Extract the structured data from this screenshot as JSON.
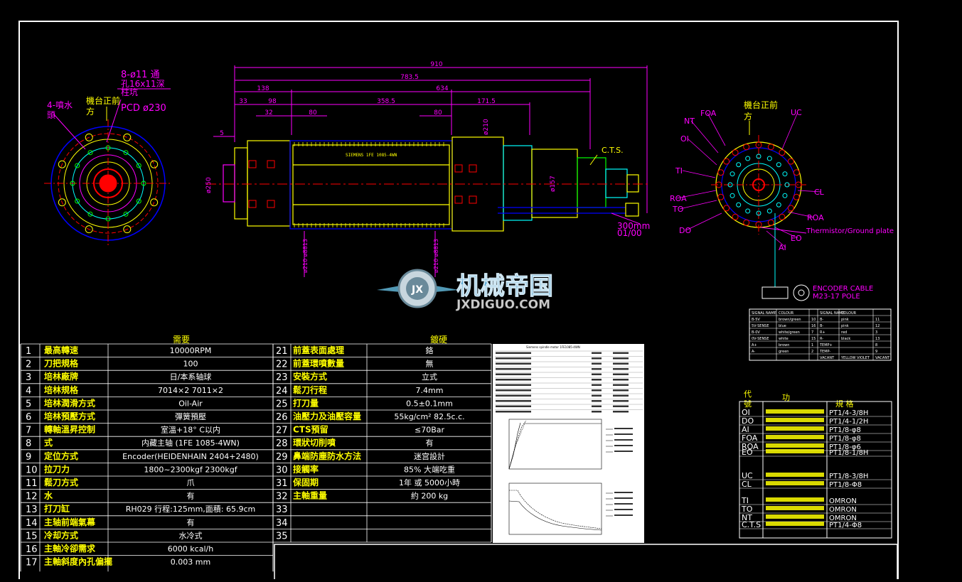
{
  "colors": {
    "background": "#000000",
    "frame": "#ffffff",
    "dimension": "#ff00ff",
    "outline": "#ffff00",
    "centerline": "#ff0000",
    "blue": "#0000ff",
    "green": "#00ff00",
    "cyan": "#00ffff",
    "table_text": "#ffff00"
  },
  "watermark": {
    "brand": "机械帝国",
    "url": "JXDIGUO.COM",
    "logo_letters": "JX"
  },
  "front_view": {
    "bolt_label": "8-ø11 通",
    "bolt_label2": "孔16x11深",
    "bolt_label3": "柱坑",
    "pcd_label": "PCD ø230",
    "spray_label": "4-噴水",
    "spray_label2": "頭",
    "machine_front": "機台正前",
    "machine_front2": "方"
  },
  "side_view": {
    "dims_top": [
      "910",
      "783.5",
      "138",
      "634",
      "33",
      "98",
      "358.5",
      "171.5",
      "32",
      "80",
      "80",
      "5"
    ],
    "dia_labels": [
      "ø250",
      "ø210",
      "ø157",
      "ø210 ø8813",
      "ø210 ø8813"
    ],
    "brand_text": "SIEMENS 1FE 1085-4WN",
    "cts_label": "C.T.S.",
    "cable_label": "300mm",
    "cable_label2": "01/00"
  },
  "rear_view": {
    "machine_front": "機台正前",
    "machine_front2": "方",
    "ports": [
      "NT",
      "FOA",
      "UC",
      "OI",
      "TI",
      "CL",
      "ROA",
      "TO",
      "ROA",
      "DO",
      "EO",
      "AI"
    ],
    "thermistor": "Thermistor/Ground plate",
    "encoder_cable": "ENCODER CABLE",
    "encoder_pole": "M23-17 POLE"
  },
  "spec_table": {
    "header_left": "需要",
    "header_right": "鍍硬",
    "rows_left": [
      {
        "no": "1",
        "item": "最高轉速",
        "value": "10000RPM"
      },
      {
        "no": "2",
        "item": "刀把規格",
        "value": "100"
      },
      {
        "no": "3",
        "item": "培林廠牌",
        "value": "日/本系轴球"
      },
      {
        "no": "4",
        "item": "培林規格",
        "value": "7014×2   7011×2"
      },
      {
        "no": "5",
        "item": "培林潤滑方式",
        "value": "Oil-Air"
      },
      {
        "no": "6",
        "item": "培林預壓方式",
        "value": "彈簧預壓"
      },
      {
        "no": "7",
        "item": "轉軸溫昇控制",
        "value": "室溫+18° C以内"
      },
      {
        "no": "8",
        "item": "式",
        "value": "内藏主轴 (1FE 1085-4WN)"
      },
      {
        "no": "9",
        "item": "定位方式",
        "value": "Encoder(HEIDENHAIN 2404+2480)"
      },
      {
        "no": "10",
        "item": "拉刀力",
        "value": "1800~2300kgf   2300kgf"
      },
      {
        "no": "11",
        "item": "鬆刀方式",
        "value": "爪"
      },
      {
        "no": "12",
        "item": "水",
        "value": "有"
      },
      {
        "no": "13",
        "item": "打刀缸",
        "value": "RH029 行程:125mm,面積: 65.9cm"
      },
      {
        "no": "14",
        "item": "主轴前端氣幕",
        "value": "有"
      },
      {
        "no": "15",
        "item": "冷却方式",
        "value": "水冷式"
      },
      {
        "no": "16",
        "item": "主軸冷卻需求",
        "value": "6000 kcal/h"
      },
      {
        "no": "17",
        "item": "主軸斜度內孔偏擺",
        "value": "0.003 mm"
      }
    ],
    "rows_right": [
      {
        "no": "21",
        "item": "前蓋表面處理",
        "value": "鉻"
      },
      {
        "no": "22",
        "item": "前蓋環噴數量",
        "value": "無"
      },
      {
        "no": "23",
        "item": "安裝方式",
        "value": "立式"
      },
      {
        "no": "24",
        "item": "鬆刀行程",
        "value": "7.4mm"
      },
      {
        "no": "25",
        "item": "打刀量",
        "value": "0.5±0.1mm"
      },
      {
        "no": "26",
        "item": "油壓力及油壓容量",
        "value": "55kg/cm²  82.5c.c."
      },
      {
        "no": "27",
        "item": "CTS預留",
        "value": "≤70Bar"
      },
      {
        "no": "28",
        "item": "環狀切削噴",
        "value": "有"
      },
      {
        "no": "29",
        "item": "鼻端防塵防水方法",
        "value": "迷宫設計"
      },
      {
        "no": "30",
        "item": "接觸率",
        "value": "85% 大端吃重"
      },
      {
        "no": "31",
        "item": "保固期",
        "value": "1年 或 5000小時"
      },
      {
        "no": "32",
        "item": "主軸重量",
        "value": "約 200 kg"
      },
      {
        "no": "33",
        "item": "",
        "value": ""
      },
      {
        "no": "34",
        "item": "",
        "value": ""
      },
      {
        "no": "35",
        "item": "",
        "value": ""
      }
    ]
  },
  "port_table": {
    "header_code": "代",
    "header_code2": "號",
    "header_name": "功",
    "header_spec": "規 格",
    "rows": [
      {
        "code": "OI",
        "spec": "PT1/4-3/8H"
      },
      {
        "code": "DO",
        "spec": "PT1/4-1/2H"
      },
      {
        "code": "AI",
        "spec": "PT1/8-φ8"
      },
      {
        "code": "FOA",
        "spec": "PT1/8-φ8"
      },
      {
        "code": "ROA",
        "spec": "PT1/8-φ6"
      },
      {
        "code": "EO",
        "spec": "PT1/8-1/8H"
      },
      {
        "code": "UC",
        "spec": "PT1/8-3/8H"
      },
      {
        "code": "CL",
        "spec": "PT1/8-Φ8"
      },
      {
        "code": "TI",
        "spec": "OMRON"
      },
      {
        "code": "TO",
        "spec": "OMRON"
      },
      {
        "code": "NT",
        "spec": "OMRON"
      },
      {
        "code": "C.T.S",
        "spec": "PT1/4-Φ8"
      }
    ]
  },
  "encoder_table": {
    "headers": [
      "SIGNAL NAME",
      "COLOUR",
      "",
      "SIGNAL NAME",
      "COLOUR",
      ""
    ],
    "rows": [
      [
        "B-5V",
        "brown/green",
        "10",
        "B-",
        "pink",
        "11"
      ],
      [
        "5V-SENSE",
        "blue",
        "16",
        "B-",
        "pink",
        "12"
      ],
      [
        "B-0V",
        "white/green",
        "7",
        "R+",
        "red",
        "3"
      ],
      [
        "0V-SENSE",
        "white",
        "15",
        "R-",
        "black",
        "13"
      ],
      [
        "A+",
        "brown",
        "1",
        "TEMP+",
        "",
        "8"
      ],
      [
        "A-",
        "green",
        "2",
        "TEMP-",
        "",
        "9"
      ],
      [
        "",
        "",
        "",
        "VACANT",
        "YELLOW VIOLET",
        "VACANT"
      ]
    ]
  },
  "motor_spec_sheet": {
    "title": "Siemens spindle motor 1FE1085-4WN"
  }
}
